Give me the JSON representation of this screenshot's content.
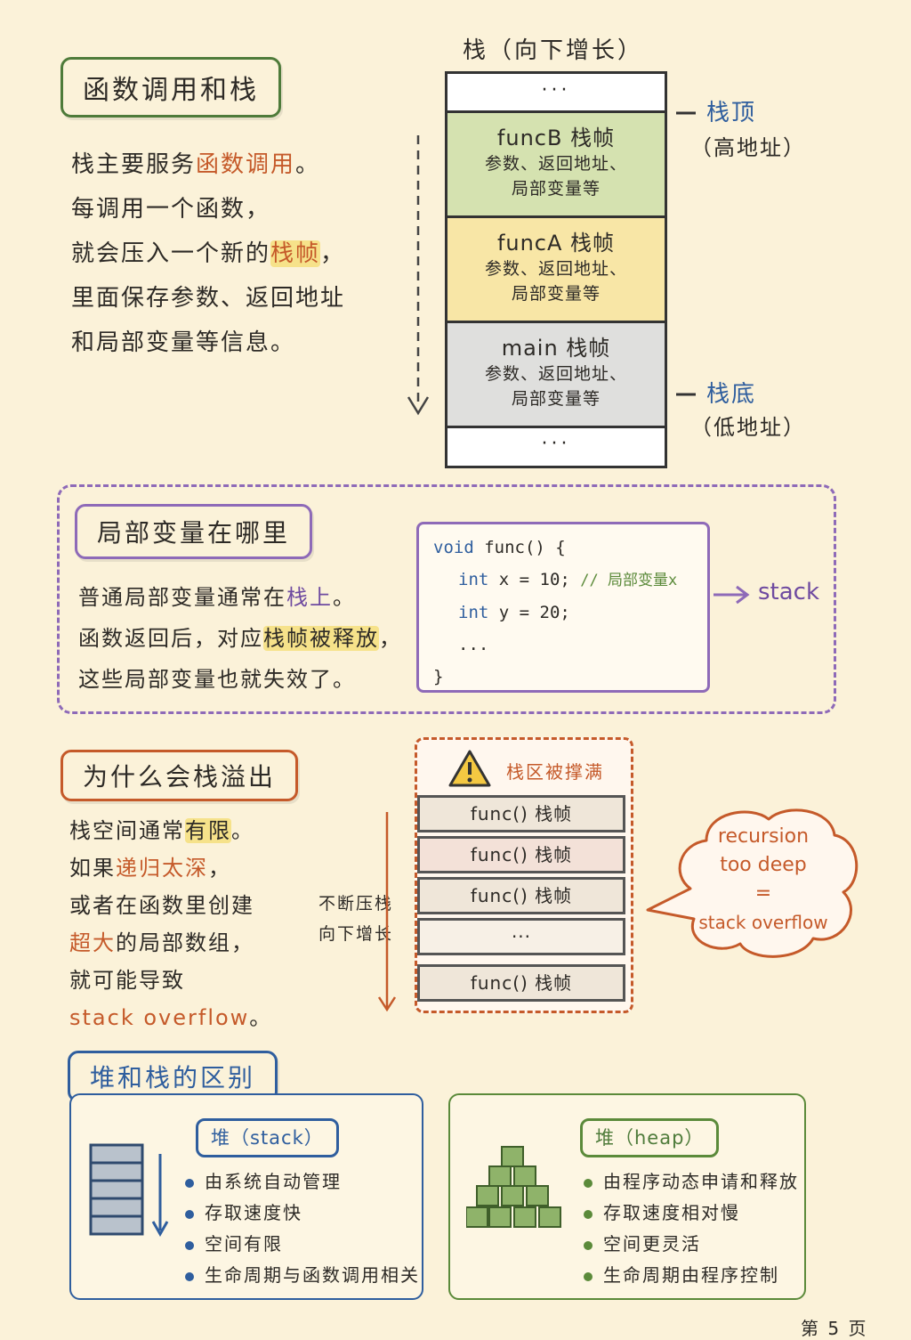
{
  "section1": {
    "title": "函数调用和栈",
    "para": [
      {
        "pre": "栈主要服务",
        "hl": "函数调用",
        "post": "。"
      },
      {
        "pre": "每调用一个函数，",
        "hl": "",
        "post": ""
      },
      {
        "pre": "就会压入一个新的",
        "hl": "栈帧",
        "post": "，"
      },
      {
        "pre": "里面保存参数、返回地址",
        "hl": "",
        "post": ""
      },
      {
        "pre": "和局部变量等信息。",
        "hl": "",
        "post": ""
      }
    ],
    "stack_title": "栈（向下增长）",
    "top_dots": "···",
    "bottom_dots": "···",
    "frames": [
      {
        "name": "funcB 栈帧",
        "desc1": "参数、返回地址、",
        "desc2": "局部变量等",
        "color": "#d5e2b0"
      },
      {
        "name": "funcA 栈帧",
        "desc1": "参数、返回地址、",
        "desc2": "局部变量等",
        "color": "#f8e6a6"
      },
      {
        "name": "main 栈帧",
        "desc1": "参数、返回地址、",
        "desc2": "局部变量等",
        "color": "#dfdfdd"
      }
    ],
    "top_label": "栈顶",
    "top_sub": "（高地址）",
    "bottom_label": "栈底",
    "bottom_sub": "（低地址）"
  },
  "section2": {
    "title": "局部变量在哪里",
    "line1_pre": "普通局部变量通常在",
    "line1_hl": "栈上",
    "line1_post": "。",
    "line2_pre": "函数返回后，对应",
    "line2_hl": "栈帧被释放",
    "line2_post": "，",
    "line3": "这些局部变量也就失效了。",
    "code": {
      "l1_kw": "void",
      "l1_rest": " func() {",
      "l2_kw": "int",
      "l2_rest": " x = 10;",
      "l2_comment": "// 局部变量x",
      "l3_kw": "int",
      "l3_rest": " y = 20;",
      "l4": "...",
      "l5": "}"
    },
    "arrow_label": "stack"
  },
  "section3": {
    "title": "为什么会栈溢出",
    "l1_pre": "栈空间通常",
    "l1_hl": "有限",
    "l1_post": "。",
    "l2_pre": "如果",
    "l2_hl": "递归太深",
    "l2_post": "，",
    "l3": "或者在函数里创建",
    "l4_hl": "超大",
    "l4_post": "的局部数组，",
    "l5": "就可能导致",
    "l6": "stack overflow",
    "l6_post": "。",
    "push_label1": "不断压栈",
    "push_label2": "向下增长",
    "warning": "栈区被撑满",
    "frames": [
      "func() 栈帧",
      "func() 栈帧",
      "func() 栈帧",
      "···",
      "func() 栈帧"
    ],
    "bubble1": "recursion",
    "bubble2": "too deep",
    "bubble3": "=",
    "bubble4": "stack overflow"
  },
  "section4": {
    "title": "堆和栈的区别",
    "stack_pill": "堆（stack）",
    "stack_items": [
      "由系统自动管理",
      "存取速度快",
      "空间有限",
      "生命周期与函数调用相关"
    ],
    "heap_pill": "堆（heap）",
    "heap_items": [
      "由程序动态申请和释放",
      "存取速度相对慢",
      "空间更灵活",
      "生命周期由程序控制"
    ]
  },
  "page_number": "第 5 页"
}
